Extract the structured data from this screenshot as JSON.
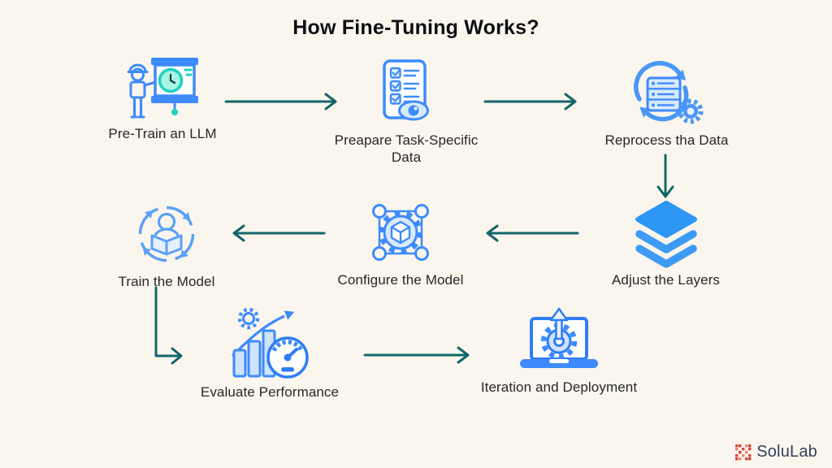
{
  "title": "How Fine-Tuning Works?",
  "steps": [
    {
      "label": "Pre-Train an LLM",
      "icon": "presenter-board-icon"
    },
    {
      "label": "Preapare Task-Specific Data",
      "icon": "checklist-eye-icon"
    },
    {
      "label": "Reprocess tha Data",
      "icon": "server-sync-icon"
    },
    {
      "label": "Adjust the Layers",
      "icon": "layers-icon"
    },
    {
      "label": "Configure the Model",
      "icon": "gear-cube-icon"
    },
    {
      "label": "Train the Model",
      "icon": "person-cycle-icon"
    },
    {
      "label": "Evaluate Performance",
      "icon": "chart-gauge-icon"
    },
    {
      "label": "Iteration and Deployment",
      "icon": "laptop-gear-icon"
    }
  ],
  "footer": {
    "brand": "SoluLab"
  },
  "colors": {
    "background": "#FAF6ED",
    "arrow_teal": "#13666B",
    "icon_blue": "#3D8BFD",
    "icon_blue_mid": "#4A97F7",
    "icon_blue_fill": "#D8E9FD",
    "icon_blue_fill_light": "#E8F1FE",
    "layers_blue": "#2E96F5",
    "accent_teal": "#1FD0C0",
    "title_text": "#0D0F14",
    "label_text": "#26272B",
    "brand_text": "#32405C",
    "brand_red": "#D9453A"
  }
}
